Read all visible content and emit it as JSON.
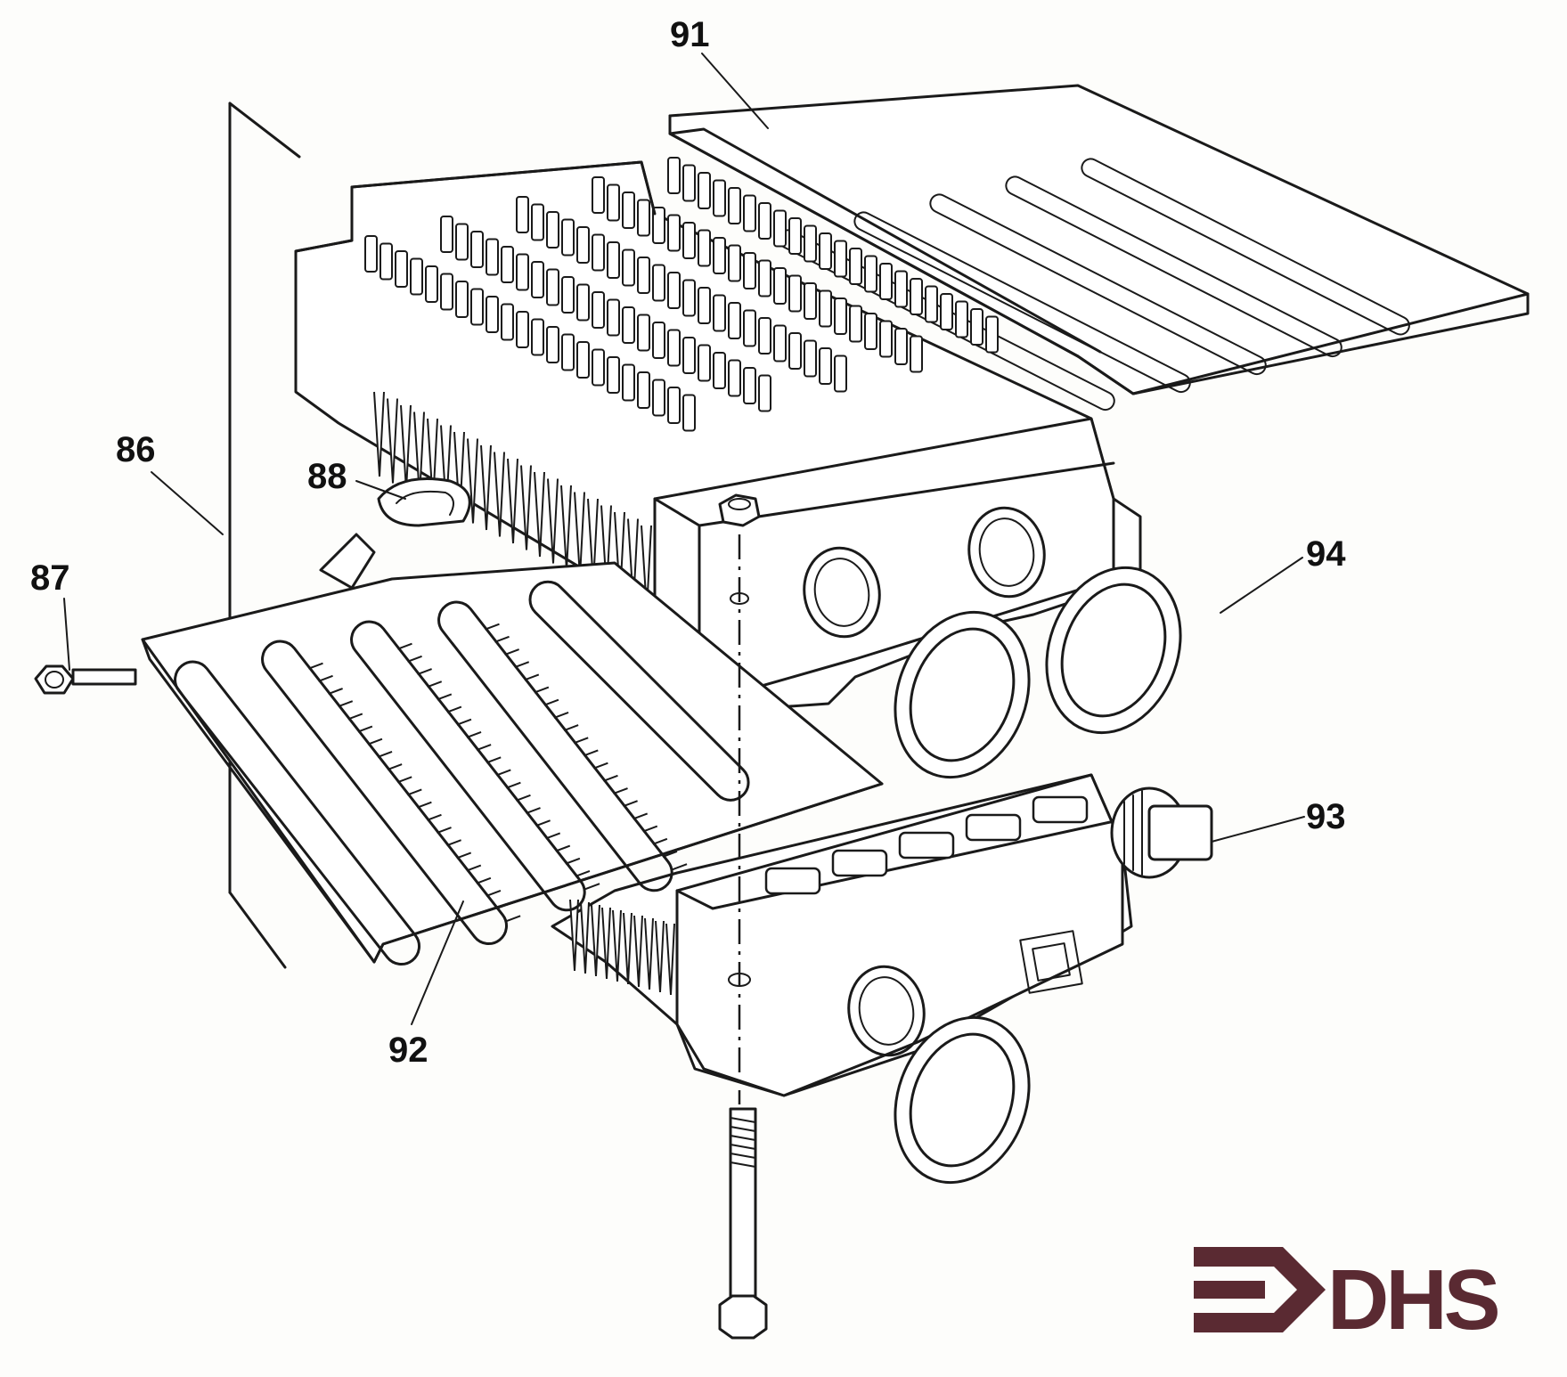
{
  "diagram": {
    "callouts": [
      {
        "id": "c91",
        "text": "91"
      },
      {
        "id": "c86",
        "text": "86"
      },
      {
        "id": "c88",
        "text": "88"
      },
      {
        "id": "c87",
        "text": "87"
      },
      {
        "id": "c94",
        "text": "94"
      },
      {
        "id": "c93",
        "text": "93"
      },
      {
        "id": "c92",
        "text": "92"
      }
    ],
    "logo": {
      "text": "DHS",
      "color": "#5a2a32"
    }
  }
}
